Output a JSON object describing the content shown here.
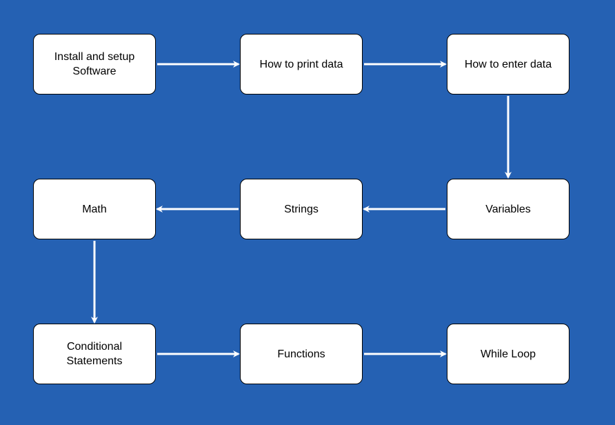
{
  "colors": {
    "background": "#2561b3",
    "node_fill": "#ffffff",
    "node_border": "#000000",
    "connector": "#ffffff"
  },
  "diagram": {
    "nodes": [
      {
        "id": "install",
        "label": "Install and setup\nSoftware"
      },
      {
        "id": "print",
        "label": "How to print data"
      },
      {
        "id": "enter",
        "label": "How to enter data"
      },
      {
        "id": "variables",
        "label": "Variables"
      },
      {
        "id": "strings",
        "label": "Strings"
      },
      {
        "id": "math",
        "label": "Math"
      },
      {
        "id": "conditional",
        "label": "Conditional\nStatements"
      },
      {
        "id": "functions",
        "label": "Functions"
      },
      {
        "id": "while",
        "label": "While Loop"
      }
    ],
    "edges": [
      {
        "from": "install",
        "to": "print"
      },
      {
        "from": "print",
        "to": "enter"
      },
      {
        "from": "enter",
        "to": "variables"
      },
      {
        "from": "variables",
        "to": "strings"
      },
      {
        "from": "strings",
        "to": "math"
      },
      {
        "from": "math",
        "to": "conditional"
      },
      {
        "from": "conditional",
        "to": "functions"
      },
      {
        "from": "functions",
        "to": "while"
      }
    ]
  }
}
